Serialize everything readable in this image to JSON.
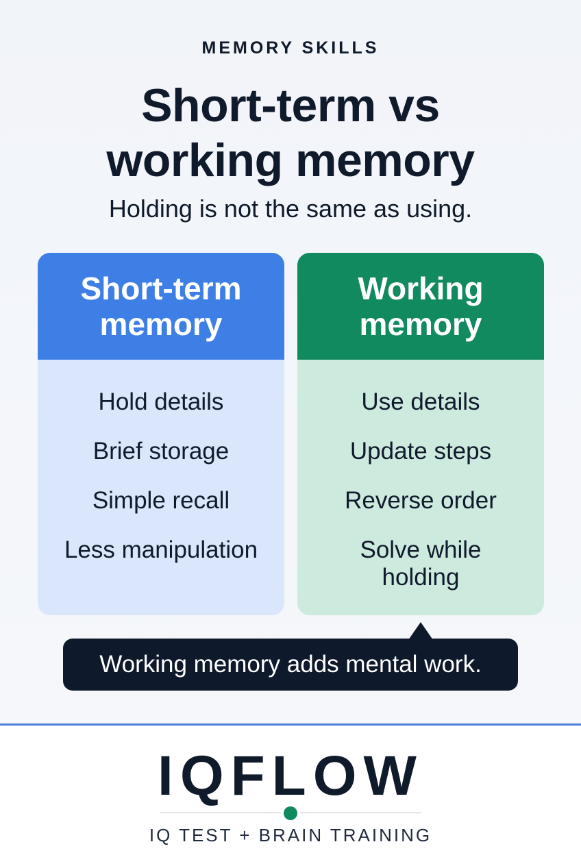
{
  "header": {
    "eyebrow": "MEMORY SKILLS",
    "title_line1": "Short-term vs",
    "title_line2": "working memory",
    "subtitle": "Holding is not the same as using."
  },
  "cards": [
    {
      "title_line1": "Short-term",
      "title_line2": "memory",
      "color": "#3e7fe6",
      "items": [
        "Hold details",
        "Brief storage",
        "Simple recall",
        "Less manipulation"
      ]
    },
    {
      "title_line1": "Working",
      "title_line2": "memory",
      "color": "#108a5e",
      "items": [
        "Use details",
        "Update steps",
        "Reverse order",
        "Solve while",
        "holding"
      ]
    }
  ],
  "callout": "Working memory adds mental work.",
  "footer": {
    "logo": "IQFLOW",
    "tagline": "IQ TEST + BRAIN TRAINING",
    "accent_color": "#108a5e"
  }
}
